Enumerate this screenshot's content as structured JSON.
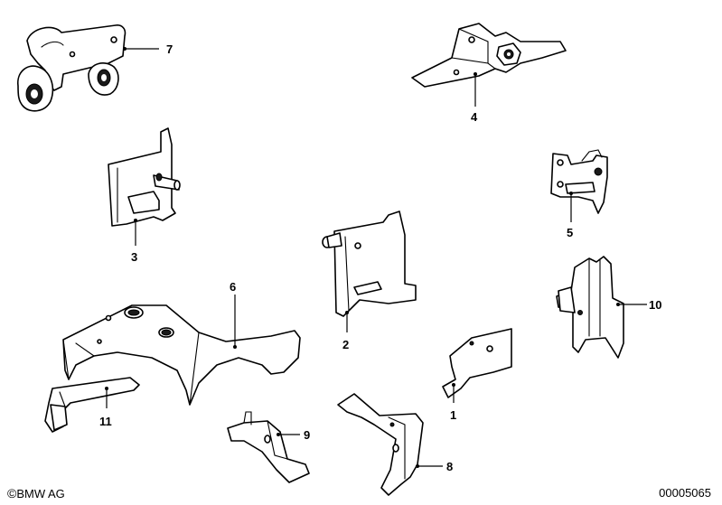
{
  "diagram": {
    "parts": [
      {
        "id": "part-7",
        "label": "7"
      },
      {
        "id": "part-4",
        "label": "4"
      },
      {
        "id": "part-3",
        "label": "3"
      },
      {
        "id": "part-5",
        "label": "5"
      },
      {
        "id": "part-2",
        "label": "2"
      },
      {
        "id": "part-6",
        "label": "6"
      },
      {
        "id": "part-10",
        "label": "10"
      },
      {
        "id": "part-1",
        "label": "1"
      },
      {
        "id": "part-11",
        "label": "11"
      },
      {
        "id": "part-9",
        "label": "9"
      },
      {
        "id": "part-8",
        "label": "8"
      }
    ]
  },
  "footer": {
    "copyright_symbol": "©",
    "brand": "BMW AG",
    "drawing_number": "00005065"
  }
}
